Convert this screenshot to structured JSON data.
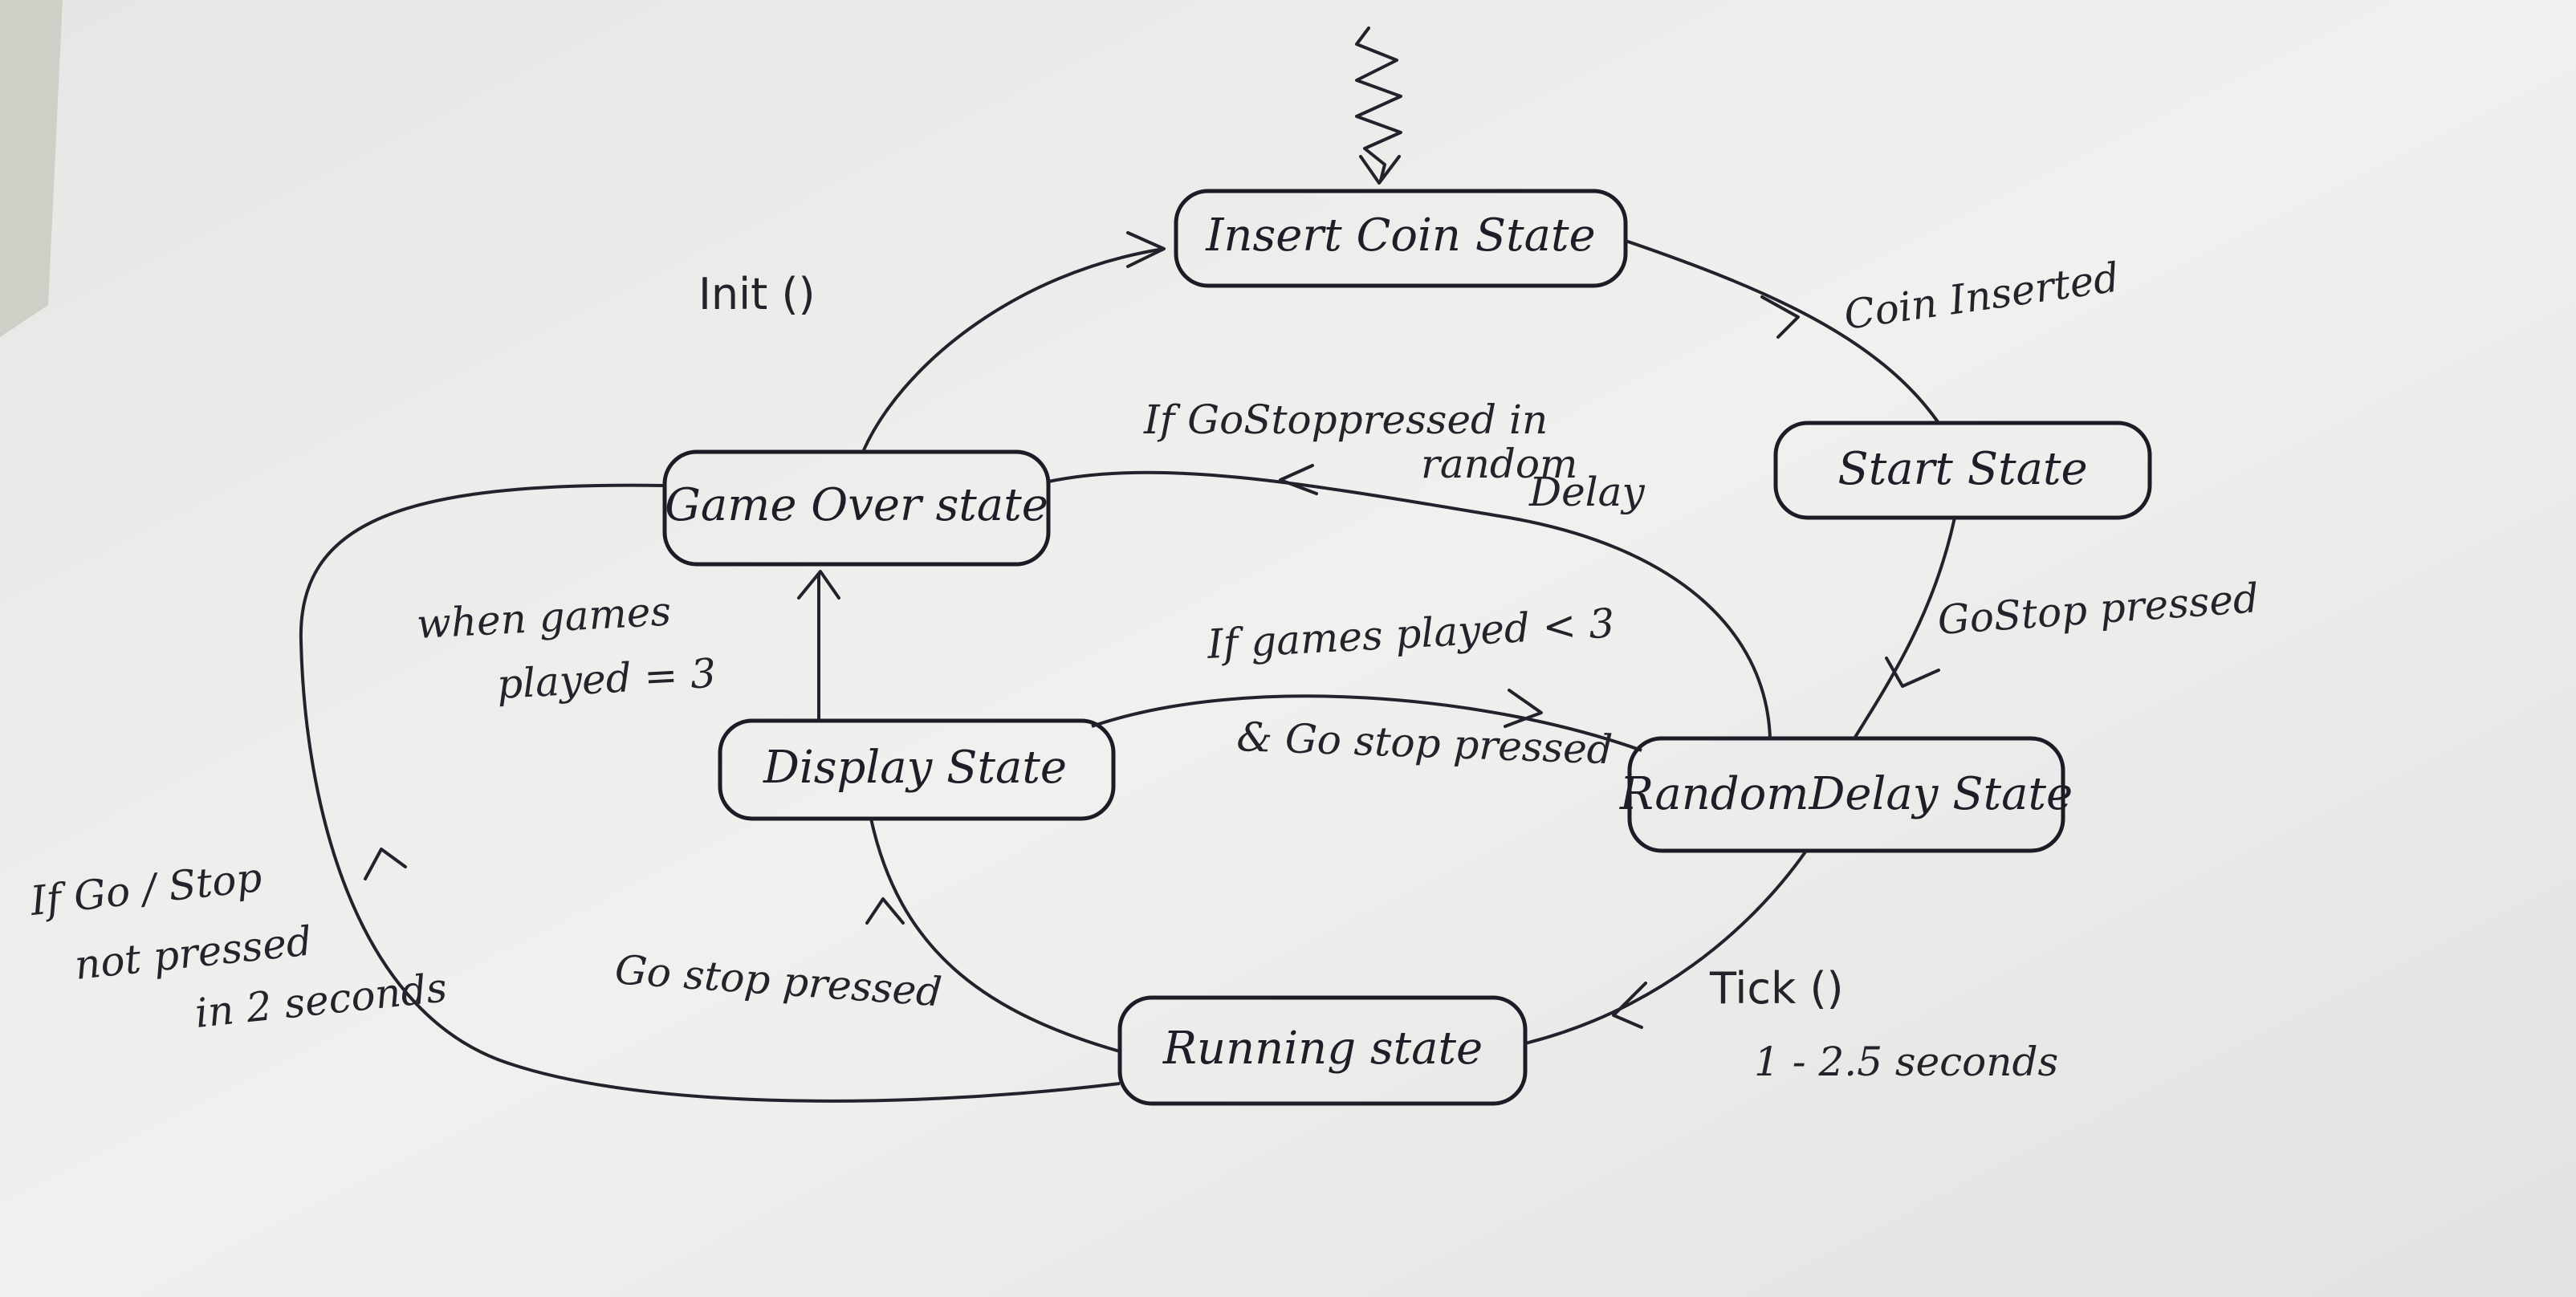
{
  "states": {
    "insert_coin": "Insert Coin State",
    "start": "Start State",
    "random_delay": "RandomDelay State",
    "running": "Running state",
    "display": "Display State",
    "game_over": "Game Over state"
  },
  "transitions": {
    "coin_inserted": "Coin Inserted",
    "go_stop_pressed_start": "GoStop pressed",
    "tick": "Tick ()",
    "tick_duration": "1 - 2.5 seconds",
    "go_stop_pressed_running": "Go stop pressed",
    "games_played_less_line1": "If games played < 3",
    "games_played_less_line2": "& Go stop pressed",
    "when_games_line1": "when games",
    "when_games_line2": "played = 3",
    "early_press_line1": "If GoStoppressed in",
    "early_press_line2": "random",
    "early_press_line3": "Delay",
    "timeout_line1": "If Go / Stop",
    "timeout_line2": "not pressed",
    "timeout_line3": "in 2 seconds",
    "init": "Init ()"
  },
  "colors": {
    "paper": "#ececec",
    "ink": "#1e1e28"
  }
}
